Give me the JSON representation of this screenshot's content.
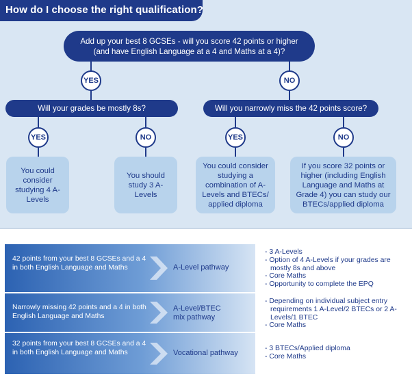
{
  "title": "How do I choose the right qualification?",
  "q1": {
    "line1": "Add up your best 8 GCSEs - will you score 42 points or higher",
    "line2": "(and have English Language at a 4 and Maths at a 4)?"
  },
  "q2": "Will your grades be mostly 8s?",
  "q3": "Will you narrowly miss the 42 points score?",
  "yes": "YES",
  "no": "NO",
  "outcomes": [
    "You could consider studying 4 A-Levels",
    "You should study 3 A-Levels",
    "You could consider studying a combination of A-Levels and BTECs/ applied diploma",
    "If you score 32 points or higher (including English Language and Maths at Grade 4) you can study our BTECs/applied diploma"
  ],
  "rows": [
    {
      "criteria": "42 points from your best 8 GCSEs and a 4 in both English Language and Maths",
      "pathway": "A-Level pathway",
      "details": [
        "- 3 A-Levels",
        "- Option of 4 A-Levels if your grades are mostly 8s and above",
        "- Core Maths",
        "- Opportunity to complete the EPQ"
      ]
    },
    {
      "criteria": "Narrowly missing 42 points and a 4 in both English Language and Maths",
      "pathway": "A-Level/BTEC mix pathway",
      "details": [
        "- Depending on individual subject entry requirements 1 A-Level/2 BTECs or 2 A-Levels/1 BTEC",
        "- Core Maths"
      ]
    },
    {
      "criteria": "32 points from your best 8 GCSEs and a 4 in both English Language and Maths",
      "pathway": "Vocational pathway",
      "details": [
        "- 3 BTECs/Applied diploma",
        "- Core Maths"
      ]
    }
  ],
  "colors": {
    "navy": "#1f3a8a",
    "panel": "#d9e6f3",
    "outcome": "#b8d3ec",
    "row_gradient_start": "#2c62b2"
  }
}
